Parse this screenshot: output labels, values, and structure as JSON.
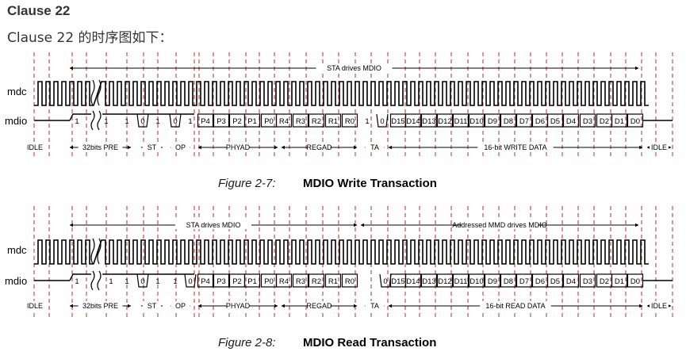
{
  "heading": "Clause 22",
  "subheading": "Clause 22 的时序图如下：",
  "figures": [
    {
      "fig_label": "Figure 2-7:",
      "fig_title": "MDIO Write Transaction",
      "signal_clock": "mdc",
      "signal_data": "mdio",
      "drive_labels": [
        "STA drives MDIO"
      ],
      "bits": [
        "1",
        "1",
        "1",
        "0",
        "1",
        "0",
        "1",
        "P4",
        "P3",
        "P2",
        "P1",
        "P0",
        "R4",
        "R3",
        "R2",
        "R1",
        "R0",
        "1",
        "0",
        "D15",
        "D14",
        "D13",
        "D12",
        "D11",
        "D10",
        "D9",
        "D8",
        "D7",
        "D6",
        "D5",
        "D4",
        "D3",
        "D2",
        "D1",
        "D0"
      ],
      "phases": [
        "IDLE",
        "32bits PRE",
        "ST",
        "OP",
        "PHYAD",
        "REGAD",
        "TA",
        "16-bit WRITE DATA",
        "IDLE"
      ]
    },
    {
      "fig_label": "Figure 2-8:",
      "fig_title": "MDIO Read Transaction",
      "signal_clock": "mdc",
      "signal_data": "mdio",
      "drive_labels": [
        "STA drives MDIO",
        "Addressed MMD drives MDIO"
      ],
      "bits": [
        "1",
        "1",
        "1",
        "0",
        "1",
        "1",
        "0",
        "P4",
        "P3",
        "P2",
        "P1",
        "P0",
        "R4",
        "R3",
        "R2",
        "R1",
        "R0",
        "0",
        "D15",
        "D14",
        "D13",
        "D12",
        "D11",
        "D10",
        "D9",
        "D8",
        "D7",
        "D6",
        "D5",
        "D4",
        "D3",
        "D2",
        "D1",
        "D0"
      ],
      "phases": [
        "IDLE",
        "32bits PRE",
        "ST",
        "OP",
        "PHYAD",
        "REGAD",
        "TA",
        "16-bit READ DATA",
        "IDLE"
      ]
    }
  ]
}
